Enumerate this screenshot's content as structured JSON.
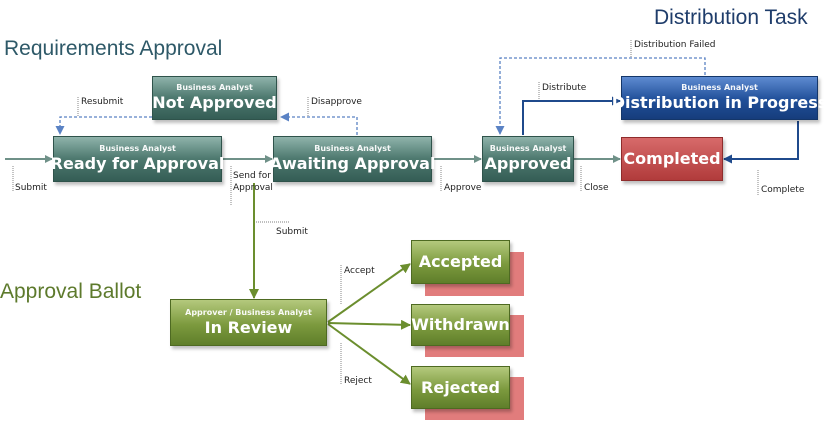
{
  "titles": {
    "requirements": "Requirements Approval",
    "distribution": "Distribution Task",
    "ballot": "Approval Ballot"
  },
  "states": {
    "not_approved": {
      "role": "Business Analyst",
      "name": "Not Approved"
    },
    "ready": {
      "role": "Business Analyst",
      "name": "Ready for Approval"
    },
    "awaiting": {
      "role": "Business Analyst",
      "name": "Awaiting Approval"
    },
    "approved": {
      "role": "Business Analyst",
      "name": "Approved"
    },
    "dist_progress": {
      "role": "Business Analyst",
      "name": "Distribution in Progress"
    },
    "completed": {
      "name": "Completed"
    },
    "in_review": {
      "role": "Approver / Business Analyst",
      "name": "In Review"
    },
    "accepted": {
      "name": "Accepted"
    },
    "withdrawn": {
      "name": "Withdrawn"
    },
    "rejected": {
      "name": "Rejected"
    }
  },
  "transitions": {
    "resubmit": "Resubmit",
    "disapprove": "Disapprove",
    "submit": "Submit",
    "send_for_approval_1": "Send for",
    "send_for_approval_2": "Approval",
    "submit_ballot": "Submit",
    "approve": "Approve",
    "distribute": "Distribute",
    "distribution_failed": "Distribution Failed",
    "close": "Close",
    "complete": "Complete",
    "accept": "Accept",
    "reject": "Reject"
  },
  "colors": {
    "teal_arrow": "#6f9188",
    "blue_arrow": "#1f4a8c",
    "green_arrow": "#6b8e2e",
    "dashed_blue": "#5a82c4"
  }
}
